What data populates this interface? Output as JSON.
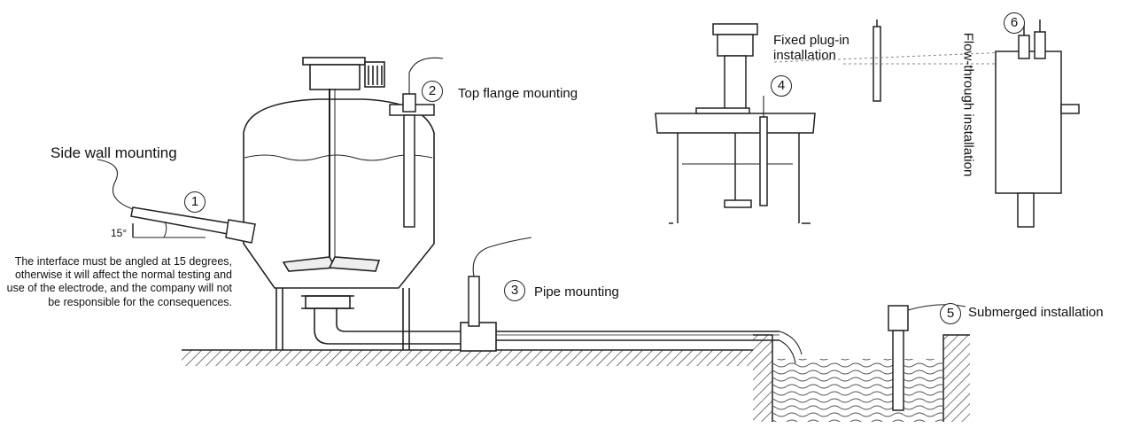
{
  "labels": {
    "side_wall": "Side wall mounting",
    "top_flange": "Top flange mounting",
    "pipe": "Pipe mounting",
    "fixed_plugin_line1": "Fixed plug-in",
    "fixed_plugin_line2": "installation",
    "submerged": "Submerged installation",
    "flow_through": "Flow-through installation",
    "angle": "15°"
  },
  "numbers": [
    "1",
    "2",
    "3",
    "4",
    "5",
    "6"
  ],
  "note": "The interface must be angled at 15 degrees, otherwise it will affect the normal testing and use of the electrode, and the company will not be responsible for the consequences."
}
